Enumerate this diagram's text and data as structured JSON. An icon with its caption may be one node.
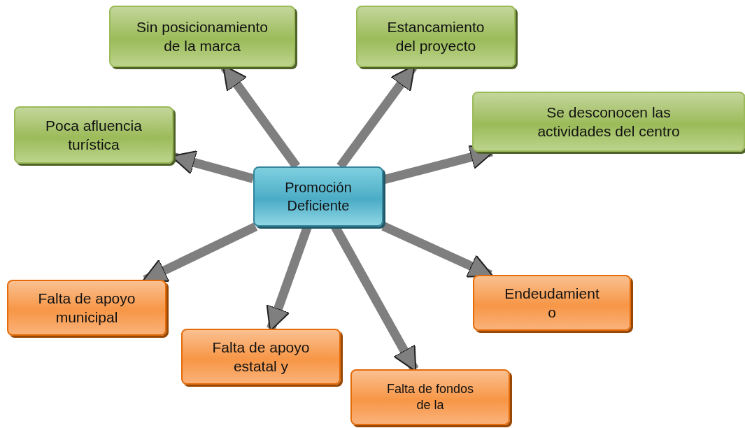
{
  "diagram": {
    "nodes": [
      {
        "text": [
          "Promoción Deficiente"
        ]
      },
      {
        "text": [
          "Sin posicionamiento de la marca"
        ]
      },
      {
        "text": [
          "Estancamiento del proyecto"
        ]
      },
      {
        "text": [
          "Se desconocen las actividades del centro"
        ]
      },
      {
        "text": [
          "Poca afluencia turística"
        ]
      },
      {
        "text": [
          "Falta de apoyo municipal"
        ]
      },
      {
        "text": [
          "Falta de apoyo estatal y"
        ]
      },
      {
        "text": [
          "Endeudamient o"
        ]
      },
      {
        "text": [
          "Falta de fondos de la"
        ]
      }
    ],
    "edges": [
      {
        "from": 0,
        "to": 1,
        "arrow": "to"
      },
      {
        "from": 0,
        "to": 2,
        "arrow": "to"
      },
      {
        "from": 0,
        "to": 3,
        "arrow": "to"
      },
      {
        "from": 0,
        "to": 4,
        "arrow": "to"
      },
      {
        "from": 0,
        "to": 5,
        "arrow": "to"
      },
      {
        "from": 0,
        "to": 6,
        "arrow": "to"
      },
      {
        "from": 0,
        "to": 7,
        "arrow": "to"
      },
      {
        "from": 0,
        "to": 8,
        "arrow": "to"
      }
    ]
  }
}
